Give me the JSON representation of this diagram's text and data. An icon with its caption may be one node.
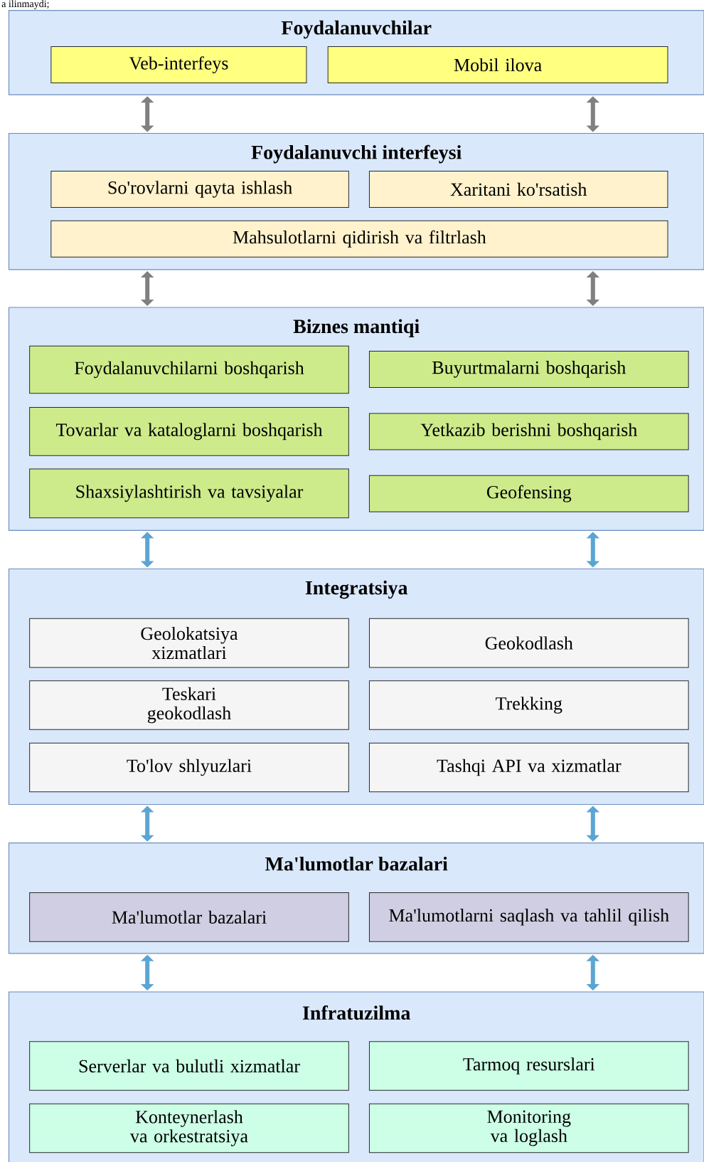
{
  "diagram": {
    "nodes": [
      {
        "text": [
          "Foydalanuvchilar"
        ]
      },
      {
        "text": [
          "Veb-interfeys"
        ],
        "in": 0
      },
      {
        "text": [
          "Mobil ilova"
        ],
        "in": 0
      },
      {
        "text": [
          "Foydalanuvchi interfeysi"
        ]
      },
      {
        "text": [
          "So'rovlarni qayta ishlash"
        ],
        "in": 3
      },
      {
        "text": [
          "Xaritani ko'rsatish"
        ],
        "in": 3
      },
      {
        "text": [
          "Mahsulotlarni qidirish va filtrlash"
        ],
        "in": 3
      },
      {
        "text": [
          "Biznes mantiqi"
        ]
      },
      {
        "text": [
          "Foydalanuvchilarni boshqarish"
        ],
        "in": 7
      },
      {
        "text": [
          "Buyurtmalarni boshqarish"
        ],
        "in": 7
      },
      {
        "text": [
          "Tovarlar va kataloglarni boshqarish"
        ],
        "in": 7
      },
      {
        "text": [
          "Yetkazib berishni boshqarish"
        ],
        "in": 7
      },
      {
        "text": [
          "Shaxsiylashtirish va tavsiyalar"
        ],
        "in": 7
      },
      {
        "text": [
          "Geofensing"
        ],
        "in": 7
      },
      {
        "text": [
          "Integratsiya"
        ]
      },
      {
        "text": [
          "Geolokatsiya xizmatlari"
        ],
        "in": 14
      },
      {
        "text": [
          "Geokodlash"
        ],
        "in": 14
      },
      {
        "text": [
          "Teskari geokodlash"
        ],
        "in": 14
      },
      {
        "text": [
          "Trekking"
        ],
        "in": 14
      },
      {
        "text": [
          "To'lov shlyuzlari"
        ],
        "in": 14
      },
      {
        "text": [
          "Tashqi API va xizmatlar"
        ],
        "in": 14
      },
      {
        "text": [
          "Ma'lumotlar bazalari"
        ]
      },
      {
        "text": [
          "Ma'lumotlar bazalari"
        ],
        "in": 21
      },
      {
        "text": [
          "Ma'lumotlarni saqlash va tahlil qilish"
        ],
        "in": 21
      },
      {
        "text": [
          "Infratuzilma"
        ]
      },
      {
        "text": [
          "Serverlar va bulutli xizmatlar"
        ],
        "in": 24
      },
      {
        "text": [
          "Tarmoq resurslari"
        ],
        "in": 24
      },
      {
        "text": [
          "Konteynerlash va orkestratsiya"
        ],
        "in": 24
      },
      {
        "text": [
          "Monitoring va loglash"
        ],
        "in": 24
      }
    ],
    "edges": [
      {
        "from": 0,
        "to": 3,
        "arrow": "both",
        "color": "#808080"
      },
      {
        "from": 0,
        "to": 3,
        "arrow": "both",
        "color": "#808080"
      },
      {
        "from": 3,
        "to": 7,
        "arrow": "both",
        "color": "#808080"
      },
      {
        "from": 3,
        "to": 7,
        "arrow": "both",
        "color": "#808080"
      },
      {
        "from": 7,
        "to": 14,
        "arrow": "both"
      },
      {
        "from": 7,
        "to": 14,
        "arrow": "both"
      },
      {
        "from": 14,
        "to": 21,
        "arrow": "both"
      },
      {
        "from": 14,
        "to": 21,
        "arrow": "both"
      },
      {
        "from": 21,
        "to": 24,
        "arrow": "both"
      },
      {
        "from": 21,
        "to": 24,
        "arrow": "both"
      }
    ],
    "labels": [
      "a ilinmaydi;"
    ]
  }
}
